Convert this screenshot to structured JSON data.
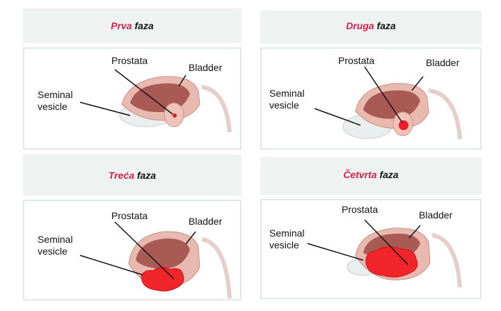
{
  "panels": [
    {
      "stage_colored": "Prva",
      "stage_rest": "faza",
      "labels": {
        "prostate": "Prostata",
        "bladder": "Bladder",
        "seminal_1": "Seminal",
        "seminal_2": "vesicle"
      },
      "tumor": "tiny"
    },
    {
      "stage_colored": "Druga",
      "stage_rest": "faza",
      "labels": {
        "prostate": "Prostata",
        "bladder": "Bladder",
        "seminal_1": "Seminal",
        "seminal_2": "vesicle"
      },
      "tumor": "small"
    },
    {
      "stage_colored": "Treća",
      "stage_rest": "faza",
      "labels": {
        "prostate": "Prostata",
        "bladder": "Bladder",
        "seminal_1": "Seminal",
        "seminal_2": "vesicle"
      },
      "tumor": "large"
    },
    {
      "stage_colored": "Četvrta",
      "stage_rest": "faza",
      "labels": {
        "prostate": "Prostata",
        "bladder": "Bladder",
        "seminal_1": "Seminal",
        "seminal_2": "vesicle"
      },
      "tumor": "extensive"
    }
  ],
  "colors": {
    "accent": "#d4204a",
    "tumor": "#f0262b",
    "header_bg": "#eef3f2"
  }
}
